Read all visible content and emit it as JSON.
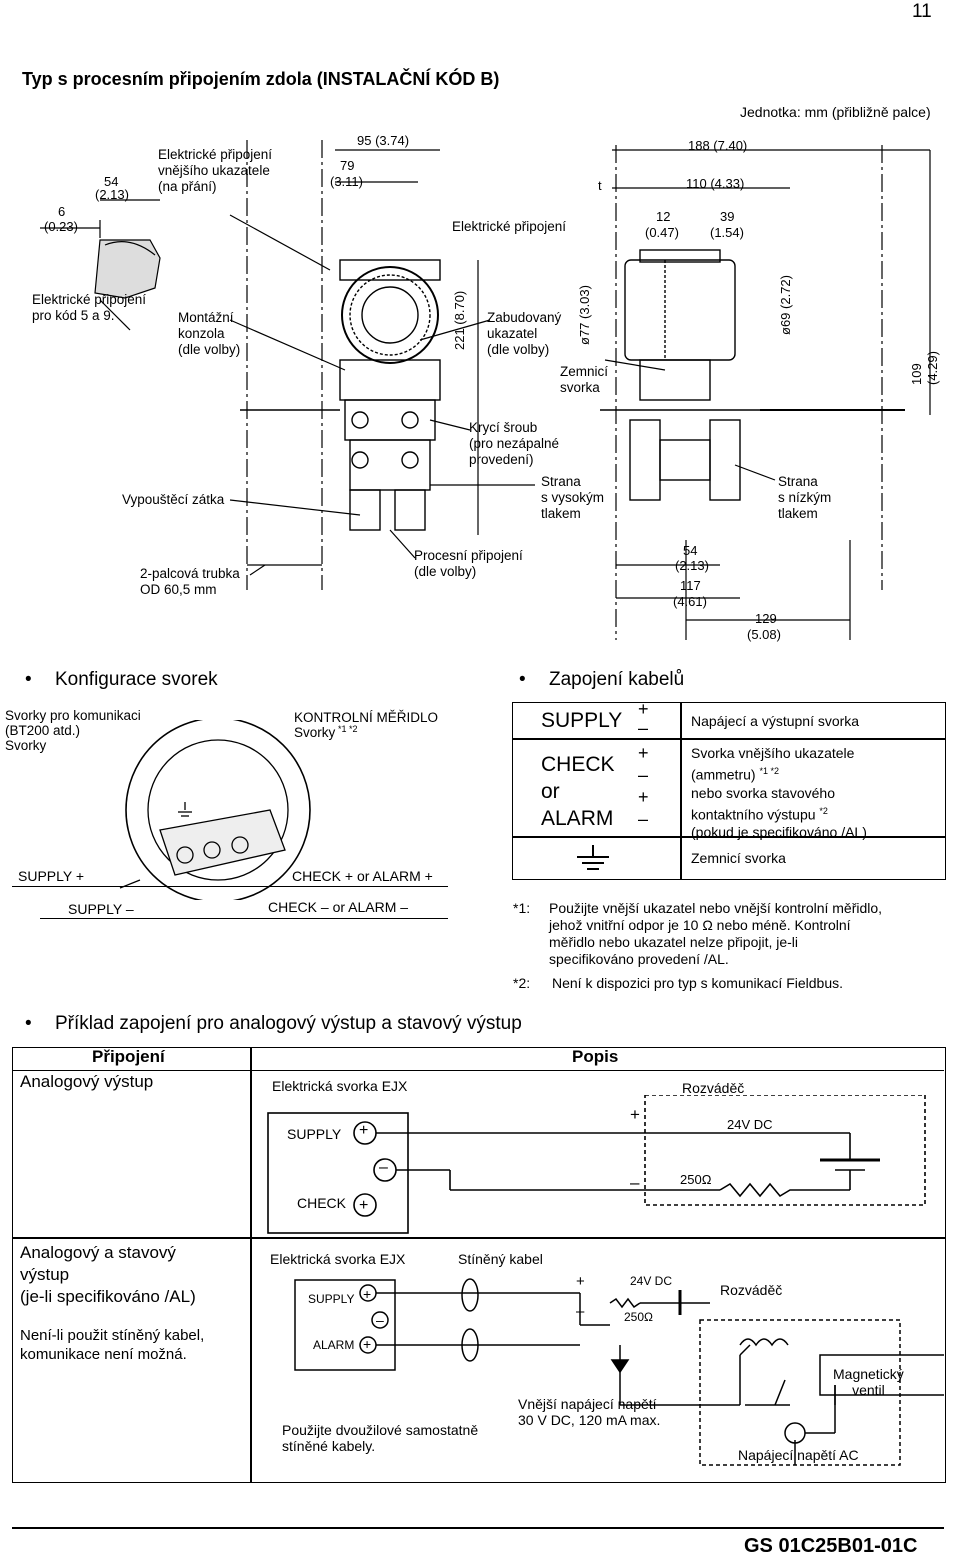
{
  "page_number": "11",
  "title": "Typ s procesním připojením zdola (INSTALAČNÍ KÓD B)",
  "unit_note": "Jednotka: mm (přibližně palce)",
  "drawing": {
    "labels": {
      "ext_indicator": "Elektrické připojení\nvnějšího ukazatele\n(na přání)",
      "el_conn": "Elektrické připojení",
      "el_conn_code": "Elektrické připojení\npro kód 5 a 9.",
      "mount": "Montážní\nkonzola\n(dle volby)",
      "builtin": "Zabudovaný\nukazatel\n(dle volby)",
      "ground": "Zemnicí\nsvorka",
      "drain": "Vypouštěcí zátka",
      "cover_screw": "Krycí šroub\n(pro nezápalné\nprovedení)",
      "high_side": "Strana\ns vysokým\ntlakem",
      "low_side": "Strana\ns nízkým\ntlakem",
      "pipe": "2-palcová trubka\nOD 60,5 mm",
      "process_conn": "Procesní připojení\n(dle volby)"
    },
    "dims": {
      "d54": "54",
      "d54in": "(2.13)",
      "d6": "6",
      "d6in": "(0.23)",
      "d95": "95 (3.74)",
      "d79": "79",
      "d79in": "(3.11)",
      "d221": "221 (8.70)",
      "d188": "188 (7.40)",
      "d110": "110 (4.33)",
      "dt": "t",
      "d12": "12",
      "d12in": "(0.47)",
      "d39": "39",
      "d39in": "(1.54)",
      "d77": "ø77 (3.03)",
      "d69": "ø69 (2.72)",
      "d109": "109 (4.29)",
      "d54b": "54",
      "d54bin": "(2.13)",
      "d117": "117",
      "d117in": "(4.61)",
      "d129": "129",
      "d129in": "(5.08)"
    }
  },
  "terminal_config": {
    "heading": "Konfigurace svorek",
    "comm_label": "Svorky pro komunikaci\n(BT200 atd.)\nSvorky",
    "check_label": "KONTROLNÍ MĚŘIDLO\nSvorky",
    "check_sup": "*1 *2",
    "supply_plus": "SUPPLY +",
    "check_plus": "CHECK + or ALARM +",
    "supply_minus": "SUPPLY –",
    "check_minus": "CHECK – or ALARM –"
  },
  "wiring": {
    "heading": "Zapojení kabelů",
    "rows": [
      {
        "symbol": "SUPPLY",
        "signs": "+\n–",
        "desc": "Napájecí a výstupní svorka"
      },
      {
        "symbol": "CHECK\nor\nALARM",
        "signs": "+\n–\n+\n–",
        "desc_lines": [
          "Svorka vnějšího ukazatele",
          "(ammetru) ",
          "nebo svorka stavového",
          "kontaktního výstupu ",
          "(pokud je specifikováno /AL)"
        ],
        "sup1": "*1 *2",
        "sup2": "*2"
      },
      {
        "symbol": "",
        "signs": "",
        "desc": "Zemnicí svorka"
      }
    ],
    "notes": [
      {
        "mark": "*1:",
        "text": "Použijte vnější ukazatel nebo vnější kontrolní měřidlo,\njehož vnitřní odpor je 10 Ω nebo méně. Kontrolní\nměřidlo nebo ukazatel nelze připojit, je-li\nspecifikováno provedení /AL."
      },
      {
        "mark": "*2:",
        "text": "Není k dispozici pro typ s komunikací Fieldbus."
      }
    ]
  },
  "example": {
    "heading": "Příklad zapojení pro analogový výstup a stavový výstup",
    "col1": "Připojení",
    "col2": "Popis",
    "row1": {
      "conn": "Analogový výstup",
      "ejx": "Elektrická svorka EJX",
      "panel": "Rozváděč",
      "supply": "SUPPLY",
      "check": "CHECK",
      "v24": "24V DC",
      "r250": "250Ω",
      "plus": "+",
      "minus": "–"
    },
    "row2": {
      "conn1": "Analogový a stavový\nvýstup\n(je-li specifikováno /AL)",
      "conn2": "Není-li použit stíněný kabel,\nkomunikace není možná.",
      "ejx": "Elektrická svorka EJX",
      "shield": "Stíněný kabel",
      "supply": "SUPPLY",
      "alarm": "ALARM",
      "v24": "24V DC",
      "r250": "250Ω",
      "panel": "Rozváděč",
      "valve": "Magnetický\nventil",
      "ext_supply": "Vnější napájecí napětí\n30 V DC, 120 mA max.",
      "twin": "Použijte dvoužilové samostatně\nstíněné kabely.",
      "ac": "Napájecí napětí AC",
      "plus": "+",
      "minus": "–"
    }
  },
  "footer": "GS 01C25B01-01C"
}
